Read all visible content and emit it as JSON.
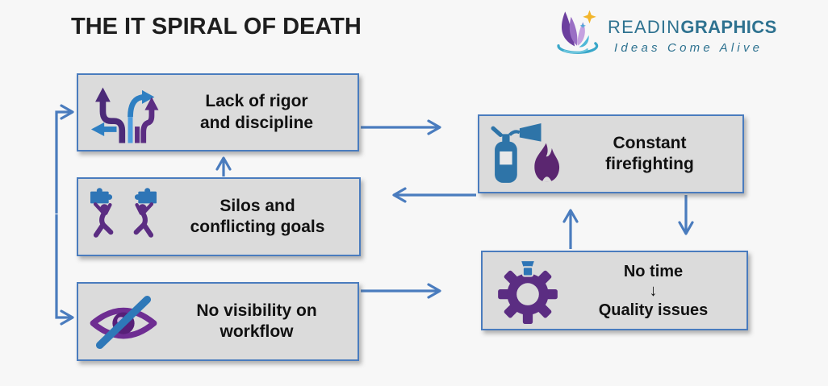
{
  "title": "THE IT SPIRAL OF DEATH",
  "logo": {
    "brand_light": "READIN",
    "brand_bold": "GRAPHICS",
    "tagline": "Ideas Come Alive"
  },
  "boxes": [
    {
      "id": "lack-of-rigor",
      "label": "Lack of rigor\nand discipline",
      "icon": "diverging-arrows-icon"
    },
    {
      "id": "silos",
      "label": "Silos and\nconflicting goals",
      "icon": "people-puzzle-icon"
    },
    {
      "id": "no-visibility",
      "label": "No visibility on\nworkflow",
      "icon": "eye-slash-icon"
    },
    {
      "id": "constant-firefighting",
      "label": "Constant\nfirefighting",
      "icon": "fire-extinguisher-flame-icon"
    },
    {
      "id": "no-time-quality",
      "label": "No time\n↓\nQuality issues",
      "icon": "gear-bolt-icon"
    }
  ],
  "connections": [
    {
      "from": "no-visibility",
      "to": "lack-of-rigor",
      "via": "left-bracket-double-arrow"
    },
    {
      "from": "silos",
      "to": "lack-of-rigor",
      "direction": "up"
    },
    {
      "from": "lack-of-rigor",
      "to": "constant-firefighting",
      "direction": "right"
    },
    {
      "from": "constant-firefighting",
      "to": "silos",
      "direction": "left"
    },
    {
      "from": "no-visibility",
      "to": "no-time-quality",
      "direction": "right"
    },
    {
      "from": "no-time-quality",
      "to": "constant-firefighting",
      "direction": "up"
    },
    {
      "from": "constant-firefighting",
      "to": "no-time-quality",
      "direction": "down"
    }
  ],
  "colors": {
    "accent_blue": "#4a7cbe",
    "icon_blue": "#2e75b6",
    "icon_light_blue": "#4d9de0",
    "icon_purple": "#5b2d82",
    "icon_dark_purple": "#4b2a78",
    "box_fill": "#dbdbdb",
    "logo_teal": "#2e7290",
    "background": "#f7f7f7",
    "title_color": "#1e1e1e"
  }
}
